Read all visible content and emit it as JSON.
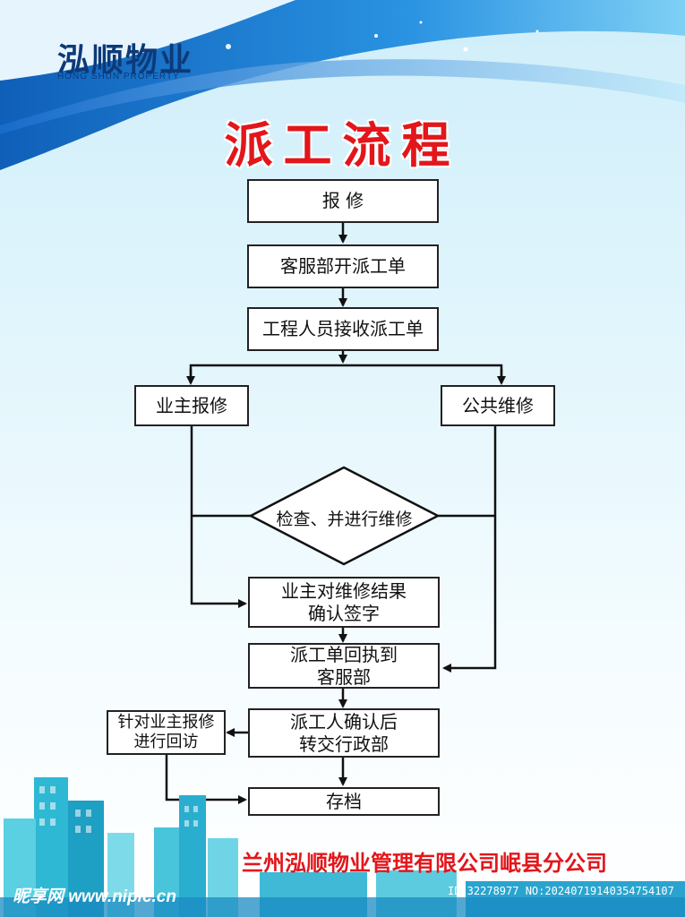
{
  "header": {
    "logo_cn": "泓顺物业",
    "logo_en": "HONG SHUN PROPERTY"
  },
  "title": "派工流程",
  "flow": {
    "report": "报 修",
    "dispatch": "客服部开派工单",
    "receive": "工程人员接收派工单",
    "owner_repair": "业主报修",
    "public_repair": "公共维修",
    "inspect": "检查、并进行维修",
    "owner_sign": "业主对维修结果\n确认签字",
    "return_receipt": "派工单回执到\n客服部",
    "confirm_transfer": "派工人确认后\n转交行政部",
    "revisit": "针对业主报修\n进行回访",
    "archive": "存档"
  },
  "footer": {
    "company": "兰州泓顺物业管理有限公司岷县分公司",
    "watermark": "昵享网 www.nipic.cn",
    "image_id": "ID:32278977 NO:20240719140354754107"
  },
  "colors": {
    "title_red": "#e2161b",
    "logo_navy": "#0d3a78",
    "swoosh_blue": "#1d7fd6",
    "city_cyan": "#3fc3d6"
  }
}
